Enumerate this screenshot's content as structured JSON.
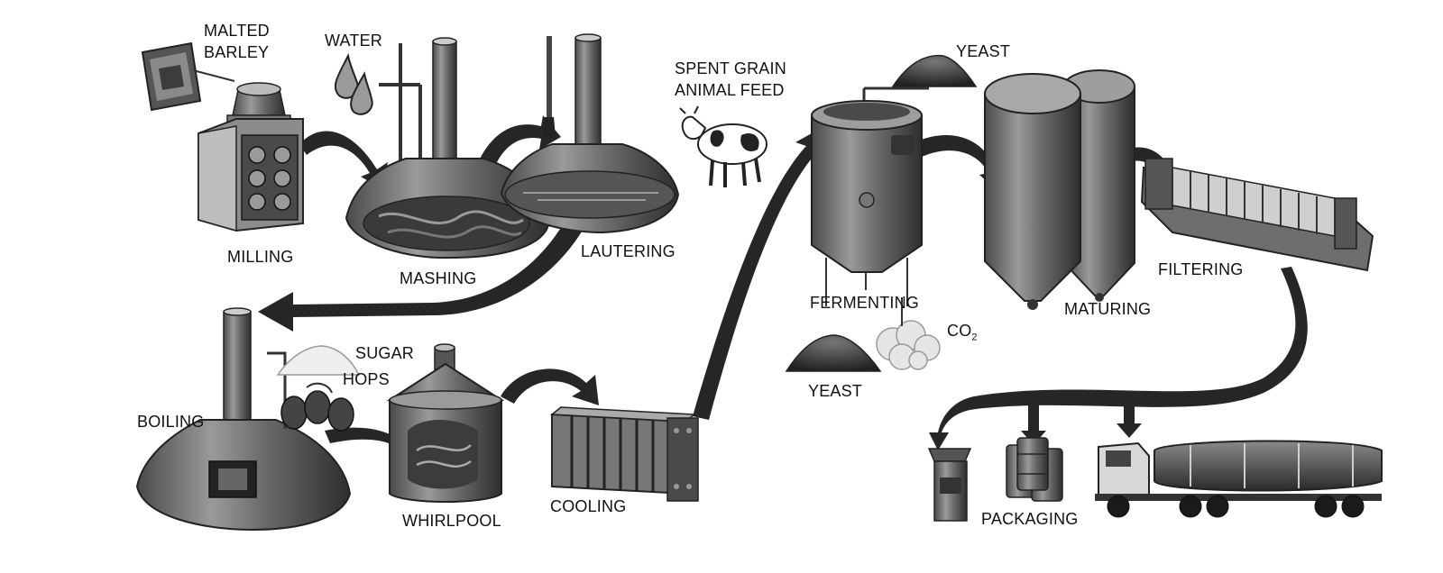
{
  "labels": {
    "malted_barley_1": "MALTED",
    "malted_barley_2": "BARLEY",
    "water": "WATER",
    "spent_grain_1": "SPENT GRAIN",
    "spent_grain_2": "ANIMAL FEED",
    "yeast_top": "YEAST",
    "milling": "MILLING",
    "mashing": "MASHING",
    "lautering": "LAUTERING",
    "fermenting": "FERMENTING",
    "maturing": "MATURING",
    "filtering": "FILTERING",
    "co2_main": "CO",
    "co2_sub": "2",
    "yeast_bottom": "YEAST",
    "sugar": "SUGAR",
    "hops": "HOPS",
    "boiling": "BOILING",
    "whirlpool": "WHIRLPOOL",
    "cooling": "COOLING",
    "packaging": "PACKAGING"
  },
  "colors": {
    "equipment_dark": "#3a3a3a",
    "equipment_mid": "#6e6e6e",
    "equipment_light": "#a8a8a8",
    "arrow": "#262626",
    "text": "#111111",
    "background": "#ffffff"
  }
}
